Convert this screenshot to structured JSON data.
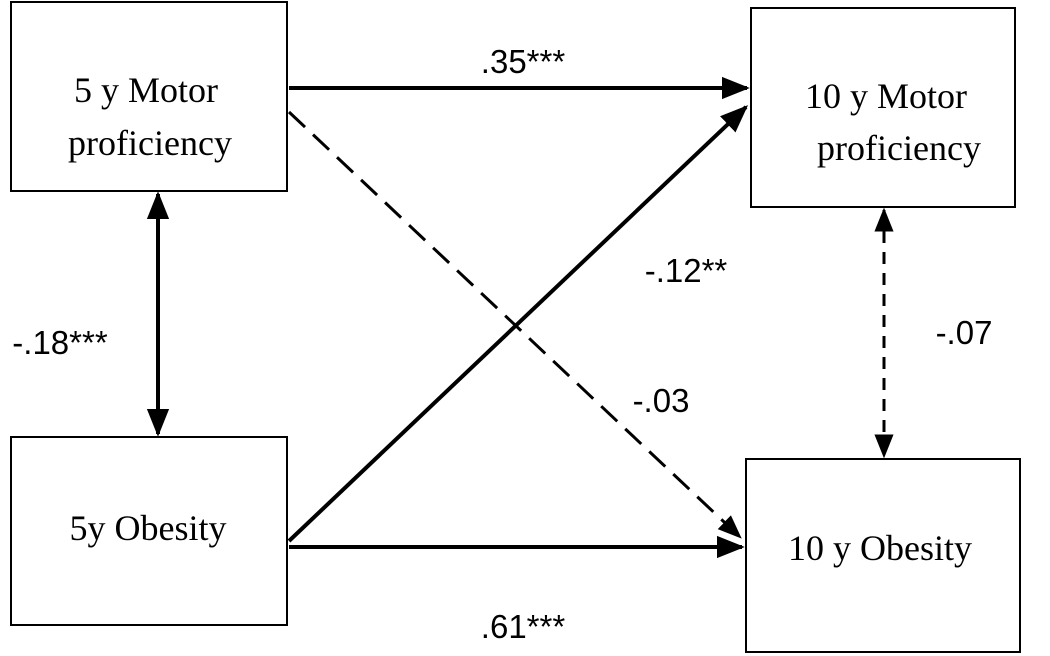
{
  "nodes": {
    "motor_5y": {
      "line1": "5 y Motor",
      "line2": "proficiency"
    },
    "motor_10y": {
      "line1": "10 y Motor",
      "line2": "proficiency"
    },
    "obesity_5y": {
      "label": "5y Obesity"
    },
    "obesity_10y": {
      "label": "10 y Obesity"
    }
  },
  "paths": {
    "motor5_to_motor10": {
      "coefficient": ".35***",
      "style": "solid"
    },
    "obesity5_to_obesity10": {
      "coefficient": ".61***",
      "style": "solid"
    },
    "obesity5_to_motor10": {
      "coefficient": "-.12**",
      "style": "solid"
    },
    "motor5_to_obesity10": {
      "coefficient": "-.03",
      "style": "dashed"
    },
    "motor5_obesity5_corr": {
      "coefficient": "-.18***",
      "style": "solid-bidirectional"
    },
    "motor10_obesity10_corr": {
      "coefficient": "-.07",
      "style": "dashed-bidirectional"
    }
  },
  "colors": {
    "stroke": "#000000",
    "background": "#ffffff"
  }
}
